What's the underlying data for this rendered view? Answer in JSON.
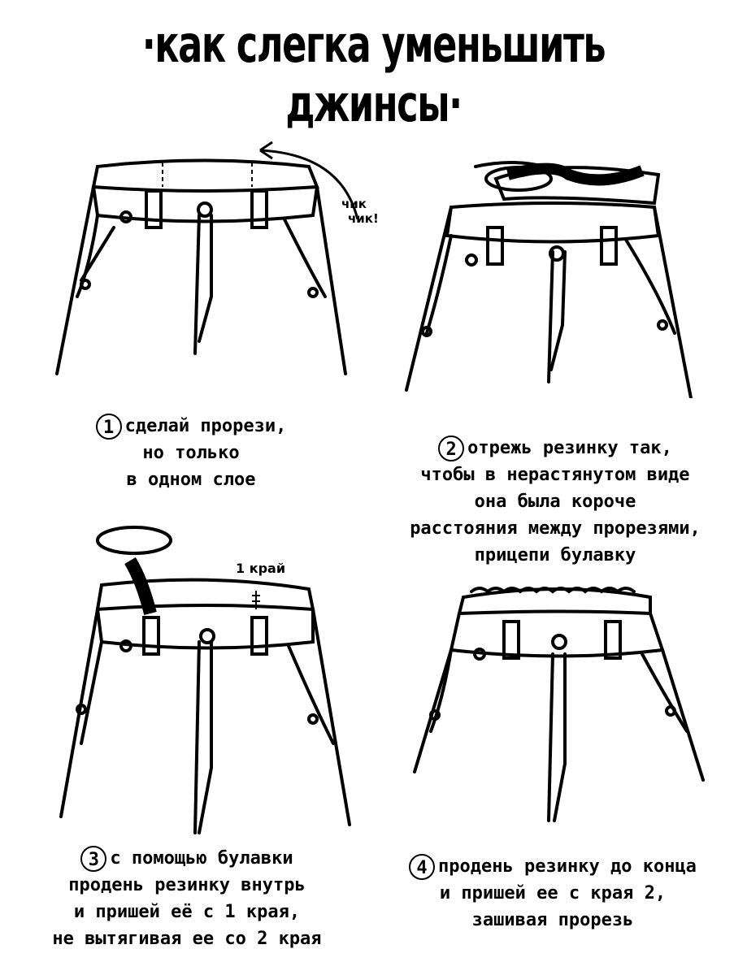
{
  "title": "·как слегка уменьшить джинсы·",
  "steps": [
    {
      "number": "1",
      "lines": [
        "сделай прорези,",
        "но только",
        "в одном слое"
      ],
      "note": [
        "чик",
        "чик!"
      ]
    },
    {
      "number": "2",
      "lines": [
        "отрежь резинку так,",
        "чтобы в нерастянутом виде",
        "она была короче",
        "расстояния между прорезями,",
        "прицепи булавку"
      ]
    },
    {
      "number": "3",
      "lines": [
        "с помощью булавки",
        "продень резинку внутрь",
        "и пришей её с 1 края,",
        "не вытягивая ее со 2 края"
      ],
      "note": [
        "1 край"
      ]
    },
    {
      "number": "4",
      "lines": [
        "продень резинку до конца",
        "и пришей ее с края 2,",
        "зашивая прорезь"
      ]
    }
  ]
}
